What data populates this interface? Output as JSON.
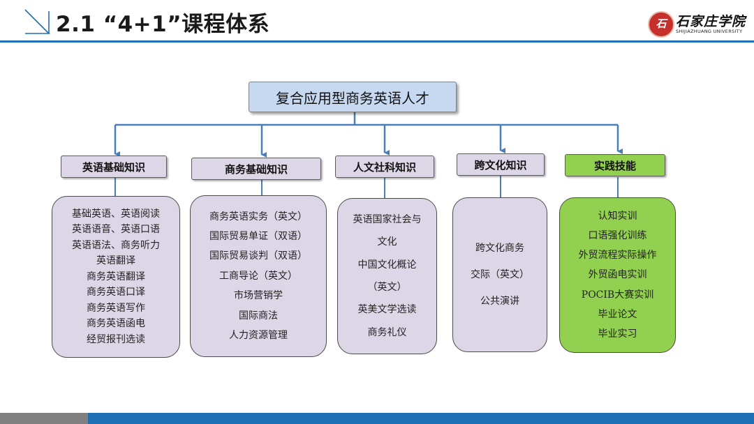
{
  "header": {
    "title": "2.1 “4+1”课程体系",
    "logo": {
      "emblem_text": "石",
      "name": "石家庄学院",
      "subtitle": "SHIJIAZHUANG UNIVERSITY"
    }
  },
  "diagram": {
    "root": "复合应用型商务英语人才",
    "categories": [
      {
        "label": "英语基础知识",
        "items": [
          "基础英语、英语阅读",
          "英语语音、英语口语",
          "英语语法、商务听力",
          "英语翻译",
          "商务英语翻译",
          "商务英语口译",
          "商务英语写作",
          "商务英语函电",
          "经贸报刊选读"
        ]
      },
      {
        "label": "商务基础知识",
        "items": [
          "商务英语实务（英文）",
          "国际贸易单证（双语）",
          "国际贸易谈判（双语）",
          "工商导论（英文）",
          "市场营销学",
          "国际商法",
          "人力资源管理"
        ]
      },
      {
        "label": "人文社科知识",
        "items": [
          "英语国家社会与",
          "文化",
          "中国文化概论",
          "（英文）",
          "英美文学选读",
          "商务礼仪"
        ]
      },
      {
        "label": "跨文化知识",
        "items": [
          "跨文化商务",
          "交际（英文）",
          "公共演讲"
        ]
      },
      {
        "label": "实践技能",
        "items": [
          "认知实训",
          "口语强化训练",
          "外贸流程实际操作",
          "外贸函电实训",
          "POCIB大赛实训",
          "毕业论文",
          "毕业实习"
        ]
      }
    ]
  },
  "colors": {
    "accent_blue": "#1f6fb5",
    "root_fill": "#c6d9f1",
    "box_fill": "#ddd6e7",
    "practice_fill": "#92d050",
    "connector": "#4a7ebb"
  }
}
